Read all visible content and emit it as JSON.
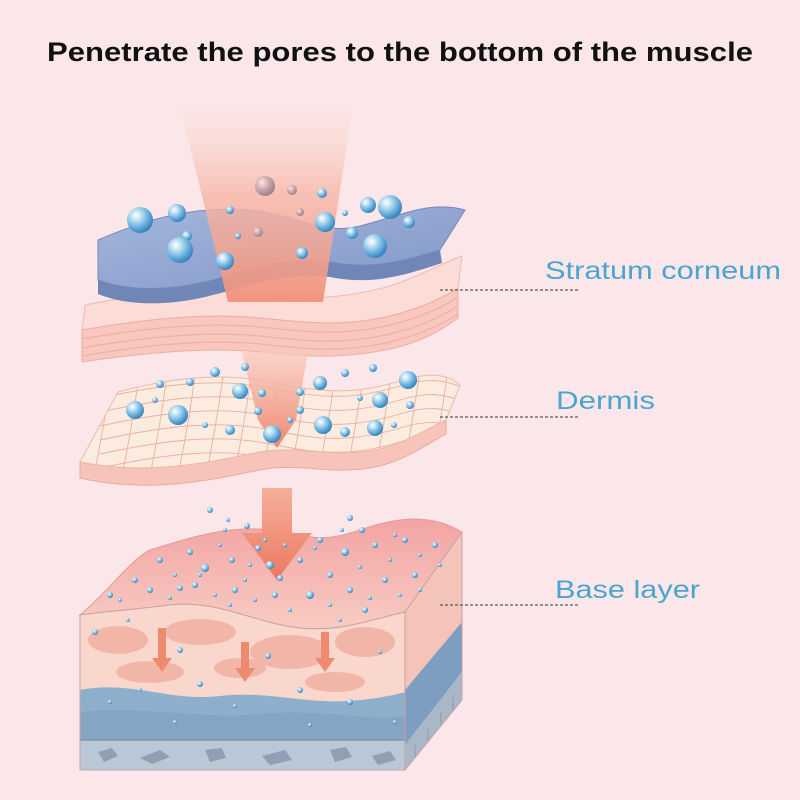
{
  "title": "Penetrate the pores to the bottom of the muscle",
  "labels": {
    "stratum_corneum": "Stratum corneum",
    "dermis": "Dermis",
    "base_layer": "Base layer"
  },
  "colors": {
    "background": "#fbe7ea",
    "title": "#111111",
    "label": "#4aa5cf",
    "leader_line": "#5a5a5a"
  }
}
